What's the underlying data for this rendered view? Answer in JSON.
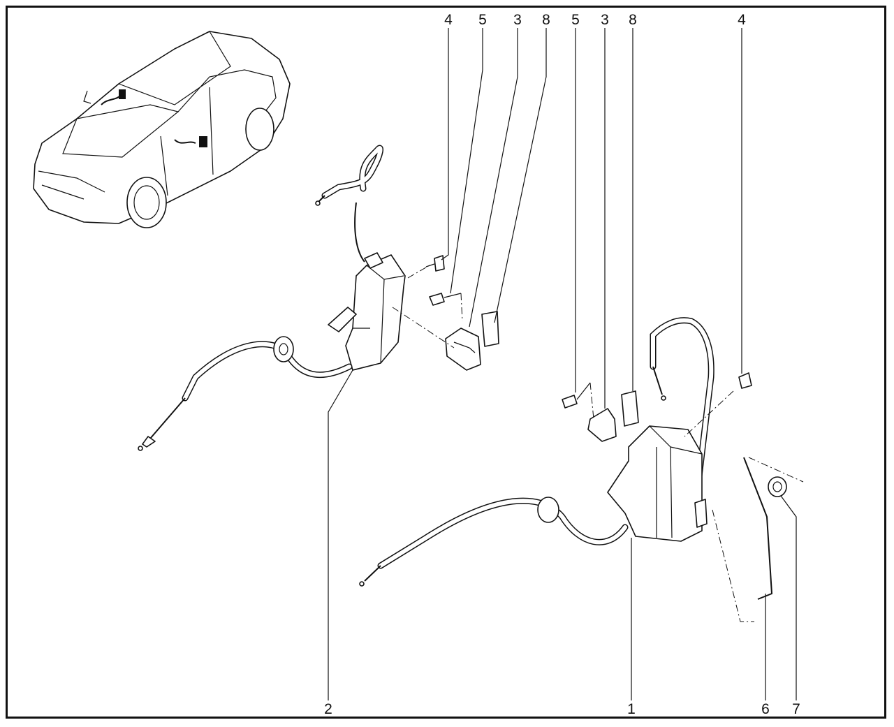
{
  "diagram": {
    "title": "Door lock assembly exploded view",
    "callouts_top": [
      "4",
      "5",
      "3",
      "8",
      "5",
      "3",
      "8",
      "4"
    ],
    "callouts_bottom": [
      "2",
      "1",
      "6",
      "7"
    ]
  }
}
